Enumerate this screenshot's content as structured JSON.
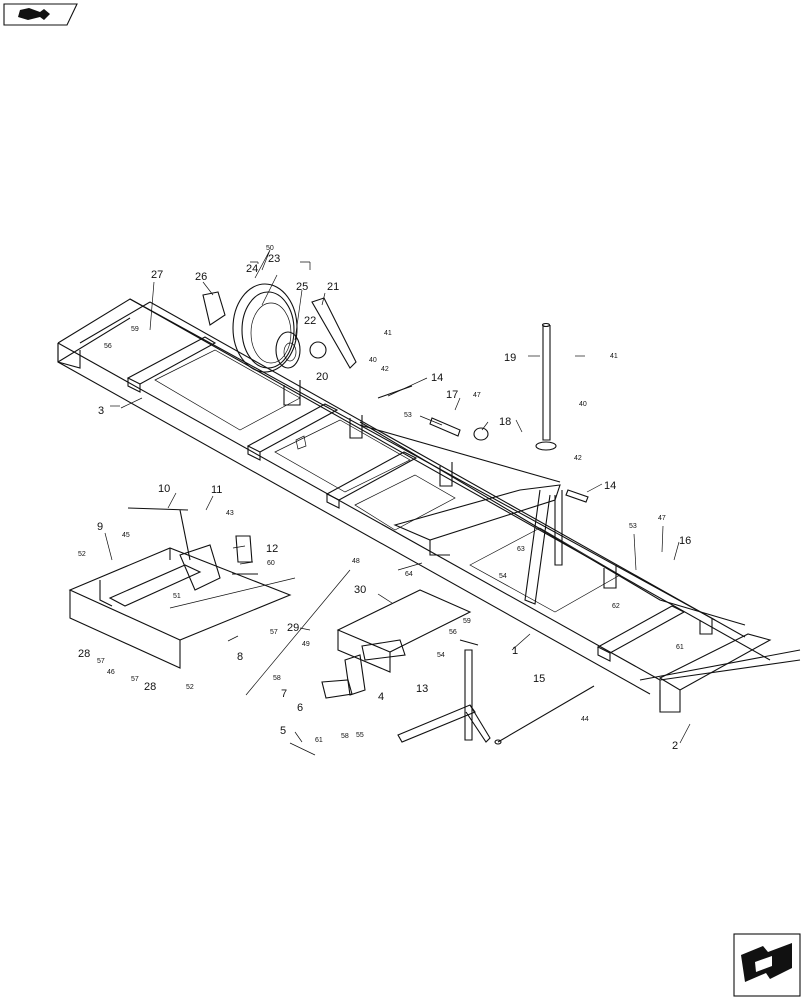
{
  "icons": {
    "top_left": "book-with-arrow-icon",
    "bottom_right": "next-page-arrow-icon"
  },
  "callouts": [
    {
      "id": "c1",
      "text": "1"
    },
    {
      "id": "c2",
      "text": "2"
    },
    {
      "id": "c3",
      "text": "3"
    },
    {
      "id": "c4",
      "text": "4"
    },
    {
      "id": "c5",
      "text": "5"
    },
    {
      "id": "c6",
      "text": "6"
    },
    {
      "id": "c7",
      "text": "7"
    },
    {
      "id": "c8",
      "text": "8"
    },
    {
      "id": "c9",
      "text": "9"
    },
    {
      "id": "c10",
      "text": "10"
    },
    {
      "id": "c11",
      "text": "11"
    },
    {
      "id": "c12",
      "text": "12"
    },
    {
      "id": "c13",
      "text": "13"
    },
    {
      "id": "c14a",
      "text": "14"
    },
    {
      "id": "c14b",
      "text": "14"
    },
    {
      "id": "c15",
      "text": "15"
    },
    {
      "id": "c16",
      "text": "16"
    },
    {
      "id": "c17",
      "text": "17"
    },
    {
      "id": "c18",
      "text": "18"
    },
    {
      "id": "c19",
      "text": "19"
    },
    {
      "id": "c20",
      "text": "20"
    },
    {
      "id": "c21",
      "text": "21"
    },
    {
      "id": "c22",
      "text": "22"
    },
    {
      "id": "c23",
      "text": "23"
    },
    {
      "id": "c24",
      "text": "24"
    },
    {
      "id": "c25",
      "text": "25"
    },
    {
      "id": "c26",
      "text": "26"
    },
    {
      "id": "c27",
      "text": "27"
    },
    {
      "id": "c28a",
      "text": "28"
    },
    {
      "id": "c28b",
      "text": "28"
    },
    {
      "id": "c29",
      "text": "29"
    },
    {
      "id": "c30",
      "text": "30"
    },
    {
      "id": "c40a",
      "text": "40"
    },
    {
      "id": "c40b",
      "text": "40"
    },
    {
      "id": "c41a",
      "text": "41"
    },
    {
      "id": "c41b",
      "text": "41"
    },
    {
      "id": "c42a",
      "text": "42"
    },
    {
      "id": "c42b",
      "text": "42"
    },
    {
      "id": "c43",
      "text": "43"
    },
    {
      "id": "c44",
      "text": "44"
    },
    {
      "id": "c45",
      "text": "45"
    },
    {
      "id": "c46",
      "text": "46"
    },
    {
      "id": "c47a",
      "text": "47"
    },
    {
      "id": "c47b",
      "text": "47"
    },
    {
      "id": "c48",
      "text": "48"
    },
    {
      "id": "c49",
      "text": "49"
    },
    {
      "id": "c50",
      "text": "50"
    },
    {
      "id": "c51",
      "text": "51"
    },
    {
      "id": "c52a",
      "text": "52"
    },
    {
      "id": "c52b",
      "text": "52"
    },
    {
      "id": "c53a",
      "text": "53"
    },
    {
      "id": "c53b",
      "text": "53"
    },
    {
      "id": "c54a",
      "text": "54"
    },
    {
      "id": "c54b",
      "text": "54"
    },
    {
      "id": "c55",
      "text": "55"
    },
    {
      "id": "c56a",
      "text": "56"
    },
    {
      "id": "c56b",
      "text": "56"
    },
    {
      "id": "c57a",
      "text": "57"
    },
    {
      "id": "c57b",
      "text": "57"
    },
    {
      "id": "c57c",
      "text": "57"
    },
    {
      "id": "c58a",
      "text": "58"
    },
    {
      "id": "c58b",
      "text": "58"
    },
    {
      "id": "c59a",
      "text": "59"
    },
    {
      "id": "c59b",
      "text": "59"
    },
    {
      "id": "c60",
      "text": "60"
    },
    {
      "id": "c61a",
      "text": "61"
    },
    {
      "id": "c61b",
      "text": "61"
    },
    {
      "id": "c62",
      "text": "62"
    },
    {
      "id": "c63",
      "text": "63"
    },
    {
      "id": "c64",
      "text": "64"
    }
  ]
}
